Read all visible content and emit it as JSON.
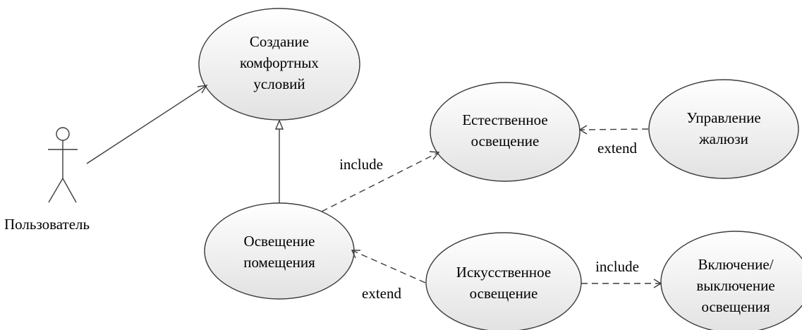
{
  "actor": {
    "label": "Пользователь"
  },
  "use_cases": {
    "comfort": {
      "lines": [
        "Создание",
        "комфортных",
        "условий"
      ]
    },
    "room_lighting": {
      "lines": [
        "Освещение",
        "помещения"
      ]
    },
    "natural_lighting": {
      "lines": [
        "Естественное",
        "освещение"
      ]
    },
    "blinds": {
      "lines": [
        "Управление",
        "жалюзи"
      ]
    },
    "artificial_lighting": {
      "lines": [
        "Искусственное",
        "освещение"
      ]
    },
    "switch_lighting": {
      "lines": [
        "Включение/",
        "выключение",
        "освещения"
      ]
    }
  },
  "relations": {
    "include_natural": "include",
    "extend_blinds": "extend",
    "extend_artificial": "extend",
    "include_switch": "include"
  },
  "colors": {
    "ellipse_fill_top": "#ffffff",
    "ellipse_fill_bottom": "#e3e3e3",
    "stroke": "#3c3c3c"
  }
}
